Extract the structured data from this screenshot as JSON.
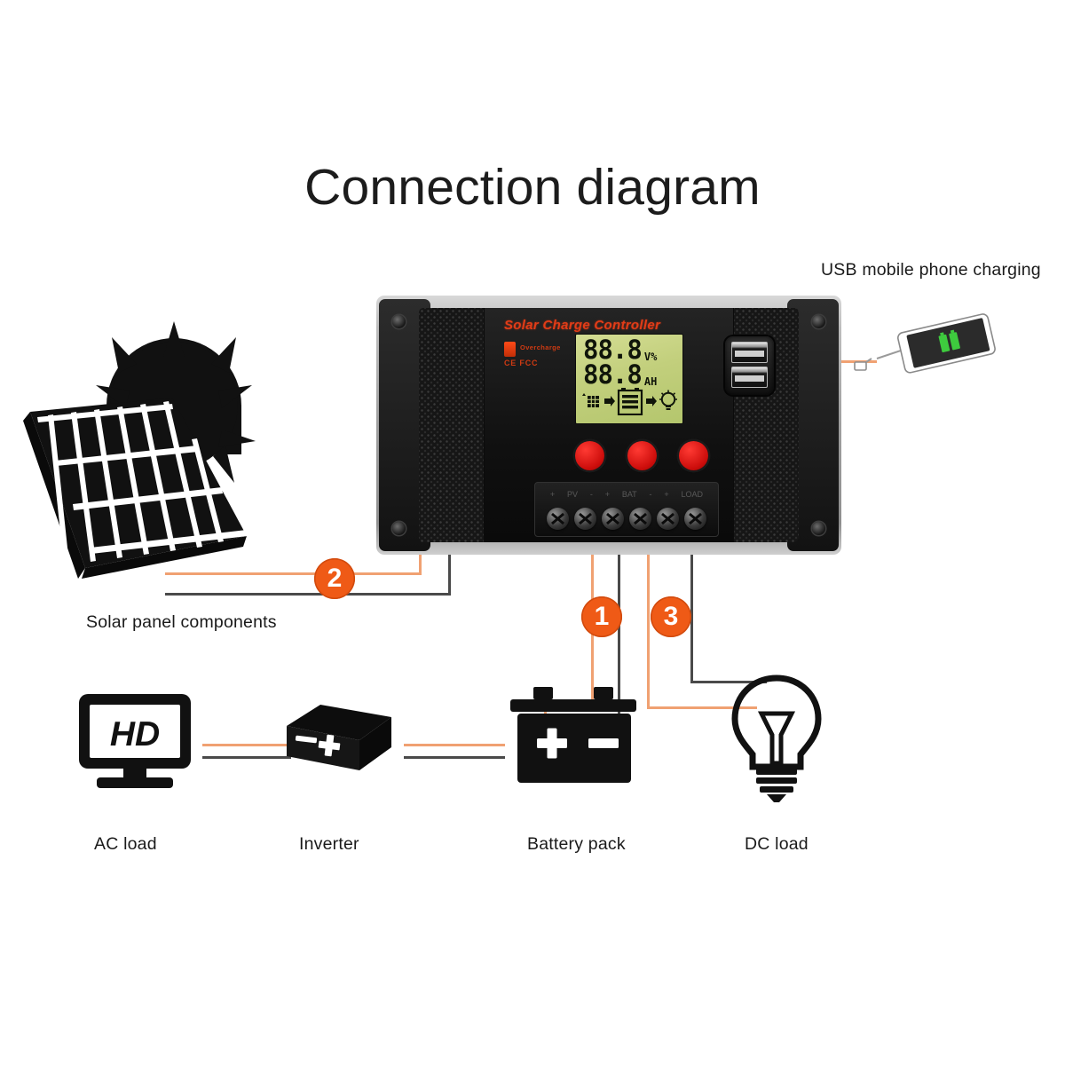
{
  "page": {
    "title": "Connection diagram",
    "background_color": "#ffffff",
    "accent_color": "#ef5a16",
    "wire_positive_color": "#f0a172",
    "wire_negative_color": "#4a4a4a"
  },
  "controller": {
    "brand_text": "Solar Charge Controller",
    "led_label": "Overcharge",
    "cert_label": "CE FCC",
    "lcd": {
      "value_top": "88.8",
      "unit_top": "V%",
      "value_bottom": "88.8",
      "unit_bottom": "AH",
      "icons": [
        "solar-panel-icon",
        "arrow-right-icon",
        "battery-icon",
        "arrow-right-icon",
        "light-bulb-icon"
      ],
      "background_color": "#c2cf7c"
    },
    "buttons": [
      {
        "name": "button-left",
        "color": "#cc0d0b"
      },
      {
        "name": "button-middle",
        "color": "#cc0d0b"
      },
      {
        "name": "button-right",
        "color": "#cc0d0b"
      }
    ],
    "usb": {
      "slots": 2
    },
    "terminal_block": {
      "glyphs": [
        "+",
        "PV",
        "-",
        "+",
        "BAT",
        "-",
        "+",
        "LOAD",
        "-"
      ],
      "terminal_count": 6
    }
  },
  "labels": {
    "usb_charging": "USB mobile phone charging",
    "solar_panel": "Solar panel components",
    "ac_load": "AC load",
    "inverter": "Inverter",
    "battery_pack": "Battery pack",
    "dc_load": "DC load"
  },
  "step_markers": [
    {
      "id": "marker-1",
      "number": "1",
      "refers_to": "Battery pack"
    },
    {
      "id": "marker-2",
      "number": "2",
      "refers_to": "Solar panel components"
    },
    {
      "id": "marker-3",
      "number": "3",
      "refers_to": "DC load"
    }
  ],
  "connections": [
    {
      "from": "Solar panel components",
      "to": "controller PV terminals",
      "marker": "2"
    },
    {
      "from": "controller BAT terminals",
      "to": "Battery pack",
      "marker": "1"
    },
    {
      "from": "controller LOAD terminals",
      "to": "DC load",
      "marker": "3"
    },
    {
      "from": "Battery pack",
      "to": "Inverter",
      "marker": ""
    },
    {
      "from": "Inverter",
      "to": "AC load",
      "marker": ""
    },
    {
      "from": "controller USB port",
      "to": "USB mobile phone charging",
      "marker": ""
    }
  ]
}
